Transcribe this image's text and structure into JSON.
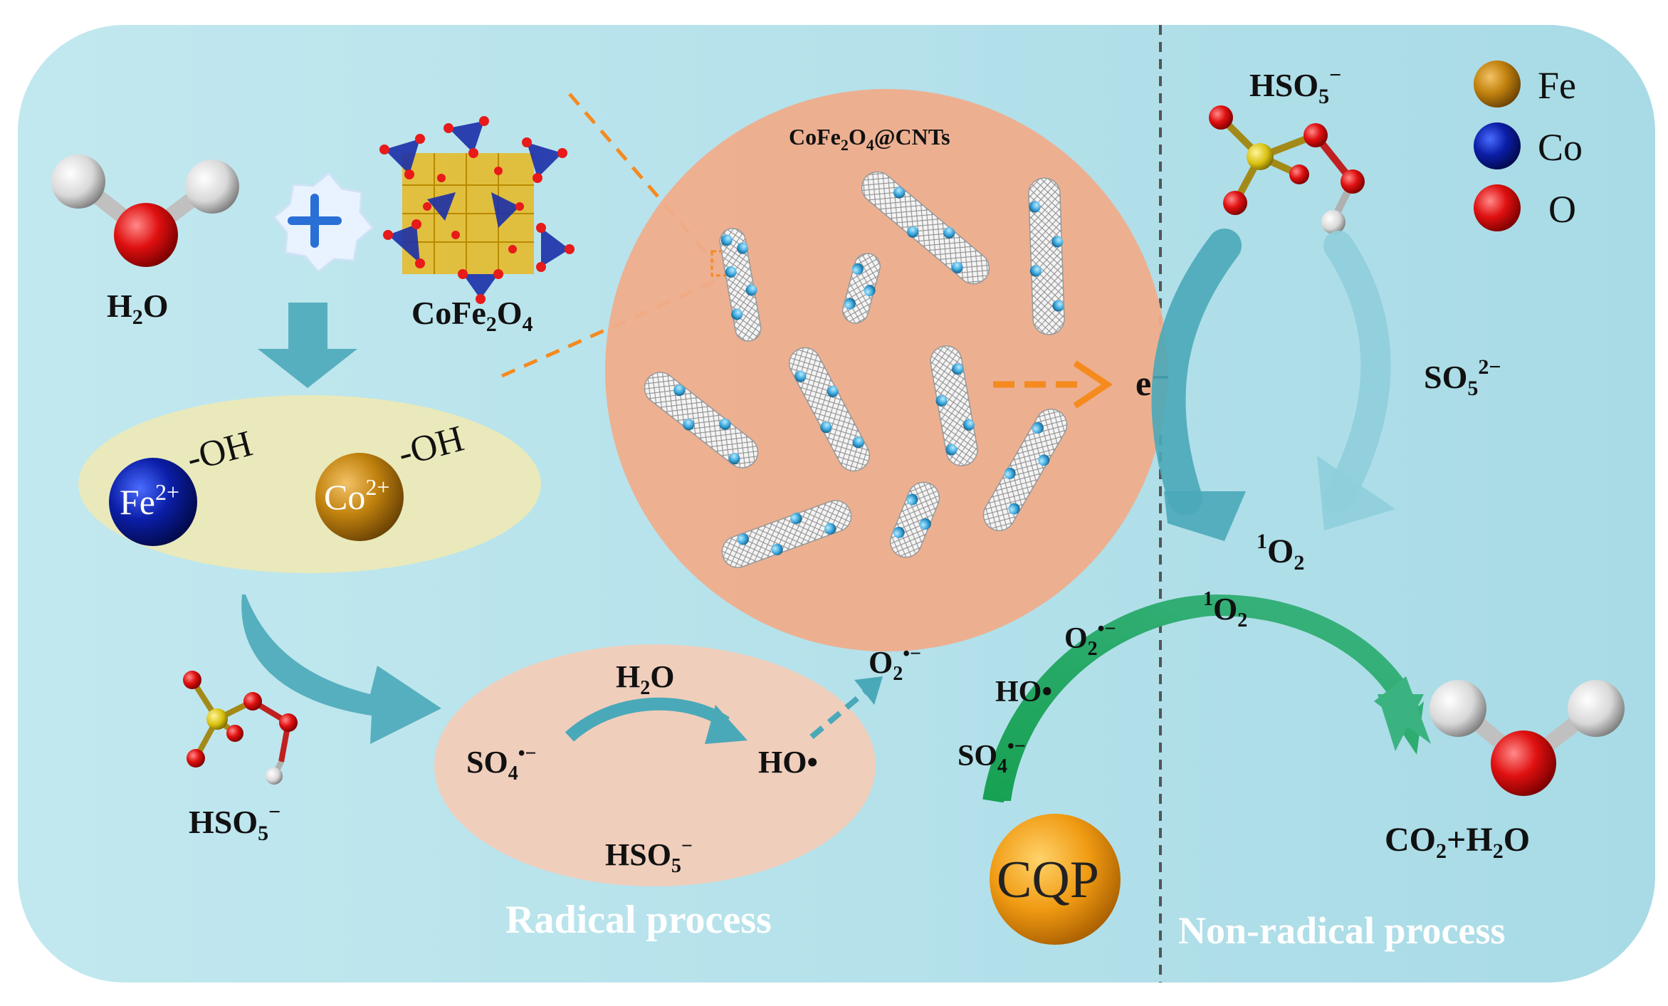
{
  "labels": {
    "water_left": {
      "main": "H",
      "sub": "2",
      "tail": "O"
    },
    "cofe2o4": {
      "p1": "CoFe",
      "s1": "2",
      "p2": "O",
      "s2": "4"
    },
    "composite": {
      "p1": "CoFe",
      "s1": "2",
      "p2": "O",
      "s2": "4",
      "p3": "@CNTs"
    },
    "electron": "e⁻",
    "hso5_top": {
      "main": "HSO",
      "sub": "5",
      "sup": "−"
    },
    "hso5_left": {
      "main": "HSO",
      "sub": "5",
      "sup": "−"
    },
    "hso5_ellipse": {
      "main": "HSO",
      "sub": "5",
      "sup": "−"
    },
    "so5": {
      "main": "SO",
      "sub": "5",
      "sup": "2−"
    },
    "singlet_o2_top": {
      "pre": "1",
      "main": "O",
      "sub": "2"
    },
    "singlet_o2_arc": {
      "pre": "1",
      "main": "O",
      "sub": "2"
    },
    "so4_radical": {
      "main": "SO",
      "sub": "4",
      "sup": "•−"
    },
    "ho_radical": "HO•",
    "h2o_arrow": {
      "main": "H",
      "sub": "2",
      "tail": "O"
    },
    "o2_radical": {
      "main": "O",
      "sub": "2",
      "sup": "•−"
    },
    "arc_o2": {
      "main": "O",
      "sub": "2",
      "sup": "•−"
    },
    "arc_ho": "HO•",
    "arc_so4": {
      "main": "SO",
      "sub": "4",
      "sup": "•−"
    },
    "fe_ion": {
      "main": "Fe",
      "sup": "2+"
    },
    "co_ion": {
      "main": "Co",
      "sup": "2+"
    },
    "oh_fe": "-OH",
    "oh_co": "-OH",
    "cqp": "CQP",
    "products": {
      "p1": "CO",
      "s1": "2",
      "p2": "+H",
      "s2": "2",
      "p3": "O"
    },
    "radical_process": "Radical process",
    "non_radical_process": "Non-radical process"
  },
  "legend": [
    {
      "symbol": "Fe",
      "color": "#b87a10"
    },
    {
      "symbol": "Co",
      "color": "#0a1a9a"
    },
    {
      "symbol": "O",
      "color": "#e01010"
    }
  ],
  "colors": {
    "panel": "#b8e4ec",
    "orange_circle": "#efad8c",
    "yellow_ellipse": "#ebe9b8",
    "pink_ellipse": "#f2ccb9",
    "teal_arrow": "#4aa9b8",
    "green_arc": "#1fa35a",
    "orange_dash": "#f58a1f",
    "cqp_ball": "#f09a12"
  }
}
